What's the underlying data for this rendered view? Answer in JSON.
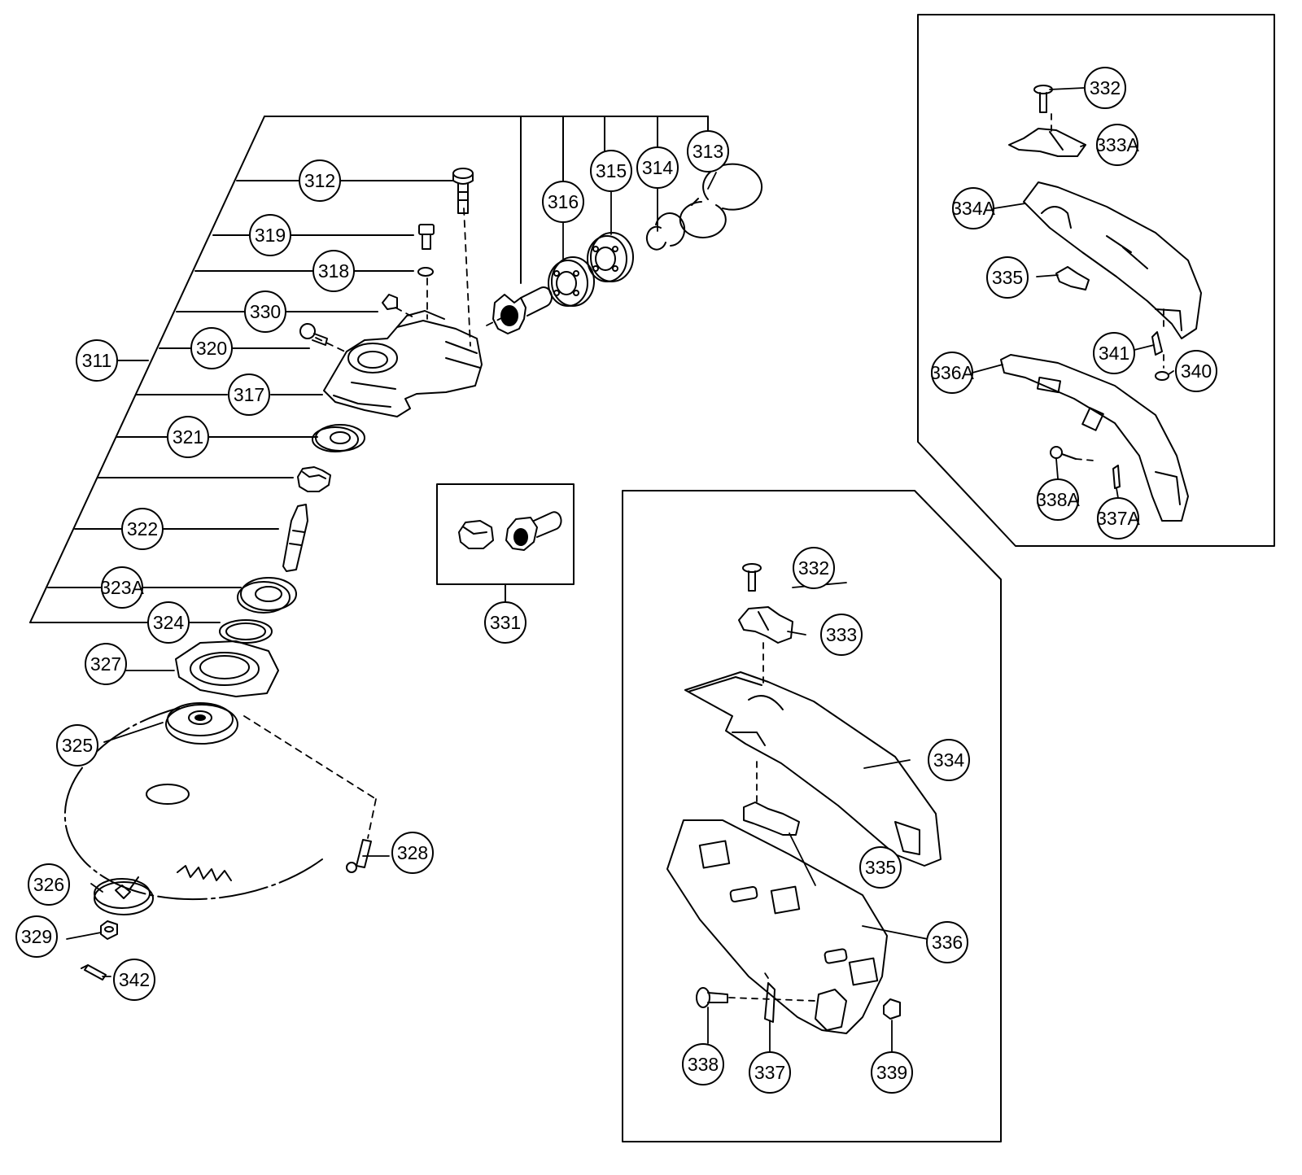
{
  "diagram": {
    "callouts": {
      "c311": "311",
      "c312": "312",
      "c313": "313",
      "c314": "314",
      "c315": "315",
      "c316": "316",
      "c317": "317",
      "c318": "318",
      "c319": "319",
      "c320": "320",
      "c321": "321",
      "c322": "322",
      "c323A": "323A",
      "c324": "324",
      "c325": "325",
      "c326": "326",
      "c327": "327",
      "c328": "328",
      "c329": "329",
      "c330": "330",
      "c331": "331",
      "c342": "342",
      "g332": "332",
      "g333": "333",
      "g334": "334",
      "g335": "335",
      "g336": "336",
      "g337": "337",
      "g338": "338",
      "g339": "339",
      "a332": "332",
      "a333A": "333A",
      "a334A": "334A",
      "a335": "335",
      "a336A": "336A",
      "a337A": "337A",
      "a338A": "338A",
      "a340": "340",
      "a341": "341"
    }
  }
}
